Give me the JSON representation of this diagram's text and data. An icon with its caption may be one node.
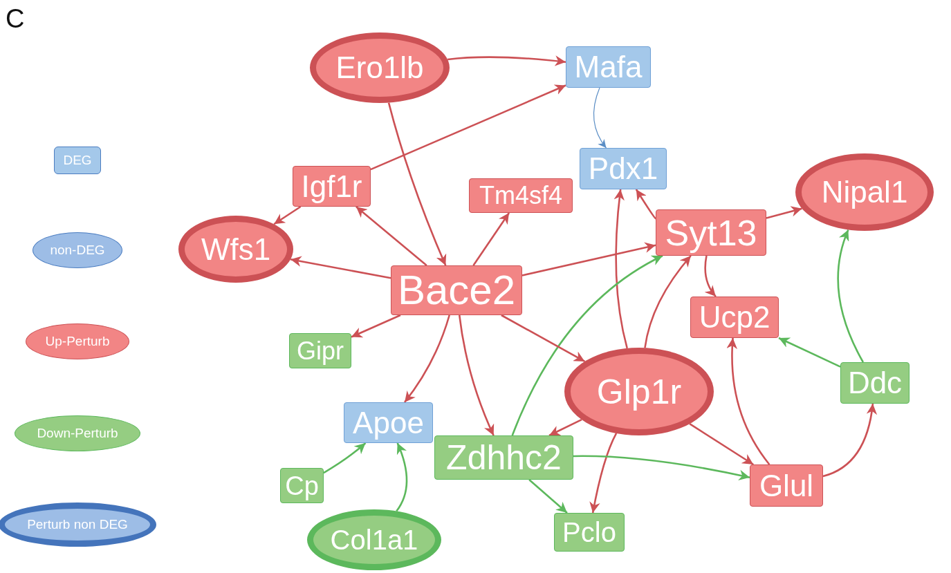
{
  "diagram": {
    "nodes": [
      {
        "text": [
          "Ero1lb"
        ]
      },
      {
        "text": [
          "Mafa"
        ]
      },
      {
        "text": [
          "Igf1r"
        ]
      },
      {
        "text": [
          "Tm4sf4"
        ]
      },
      {
        "text": [
          "Pdx1"
        ]
      },
      {
        "text": [
          "Nipal1"
        ]
      },
      {
        "text": [
          "Wfs1"
        ]
      },
      {
        "text": [
          "Syt13"
        ]
      },
      {
        "text": [
          "Bace2"
        ]
      },
      {
        "text": [
          "Ucp2"
        ]
      },
      {
        "text": [
          "Gipr"
        ]
      },
      {
        "text": [
          "Glp1r"
        ]
      },
      {
        "text": [
          "Ddc"
        ]
      },
      {
        "text": [
          "Apoe"
        ]
      },
      {
        "text": [
          "Zdhhc2"
        ]
      },
      {
        "text": [
          "Cp"
        ]
      },
      {
        "text": [
          "Glul"
        ]
      },
      {
        "text": [
          "Col1a1"
        ]
      },
      {
        "text": [
          "Pclo"
        ]
      }
    ],
    "edges": [
      {
        "from": 0,
        "to": 1,
        "arrow": "to"
      },
      {
        "from": 2,
        "to": 1,
        "arrow": "to"
      },
      {
        "from": 0,
        "to": 8,
        "arrow": "to"
      },
      {
        "from": 1,
        "to": 4,
        "arrow": "to",
        "color": "#5b8ec5"
      },
      {
        "from": 2,
        "to": 6,
        "arrow": "to"
      },
      {
        "from": 8,
        "to": 2,
        "arrow": "to"
      },
      {
        "from": 8,
        "to": 3,
        "arrow": "to"
      },
      {
        "from": 8,
        "to": 6,
        "arrow": "to"
      },
      {
        "from": 8,
        "to": 7,
        "arrow": "to"
      },
      {
        "from": 7,
        "to": 4,
        "arrow": "to"
      },
      {
        "from": 11,
        "to": 4,
        "arrow": "to"
      },
      {
        "from": 7,
        "to": 5,
        "arrow": "to"
      },
      {
        "from": 7,
        "to": 9,
        "arrow": "to"
      },
      {
        "from": 12,
        "to": 5,
        "arrow": "to",
        "color": "#5cb85c"
      },
      {
        "from": 14,
        "to": 7,
        "arrow": "to",
        "color": "#5cb85c"
      },
      {
        "from": 11,
        "to": 7,
        "arrow": "to"
      },
      {
        "from": 8,
        "to": 10,
        "arrow": "to"
      },
      {
        "from": 8,
        "to": 13,
        "arrow": "to"
      },
      {
        "from": 8,
        "to": 14,
        "arrow": "to"
      },
      {
        "from": 8,
        "to": 11,
        "arrow": "to"
      },
      {
        "from": 12,
        "to": 9,
        "arrow": "to",
        "color": "#5cb85c"
      },
      {
        "from": 16,
        "to": 9,
        "arrow": "to"
      },
      {
        "from": 16,
        "to": 12,
        "arrow": "to"
      },
      {
        "from": 11,
        "to": 16,
        "arrow": "to"
      },
      {
        "from": 11,
        "to": 14,
        "arrow": "to"
      },
      {
        "from": 11,
        "to": 18,
        "arrow": "to"
      },
      {
        "from": 14,
        "to": 16,
        "arrow": "to",
        "color": "#5cb85c"
      },
      {
        "from": 14,
        "to": 18,
        "arrow": "to",
        "color": "#5cb85c"
      },
      {
        "from": 15,
        "to": 13,
        "arrow": "to",
        "color": "#5cb85c"
      },
      {
        "from": 17,
        "to": 13,
        "arrow": "to",
        "color": "#5cb85c"
      }
    ],
    "labels": [
      "C"
    ],
    "legend": [
      {
        "text": "DEG",
        "color": "#a4c8ea"
      },
      {
        "text": "non-DEG",
        "color": "#9dbde6"
      },
      {
        "text": "Up-Perturb",
        "color": "#f28585"
      },
      {
        "text": "Down-Perturb",
        "color": "#95cd82"
      },
      {
        "text": "Perturb non DEG",
        "color": "#9dbde6"
      }
    ]
  }
}
